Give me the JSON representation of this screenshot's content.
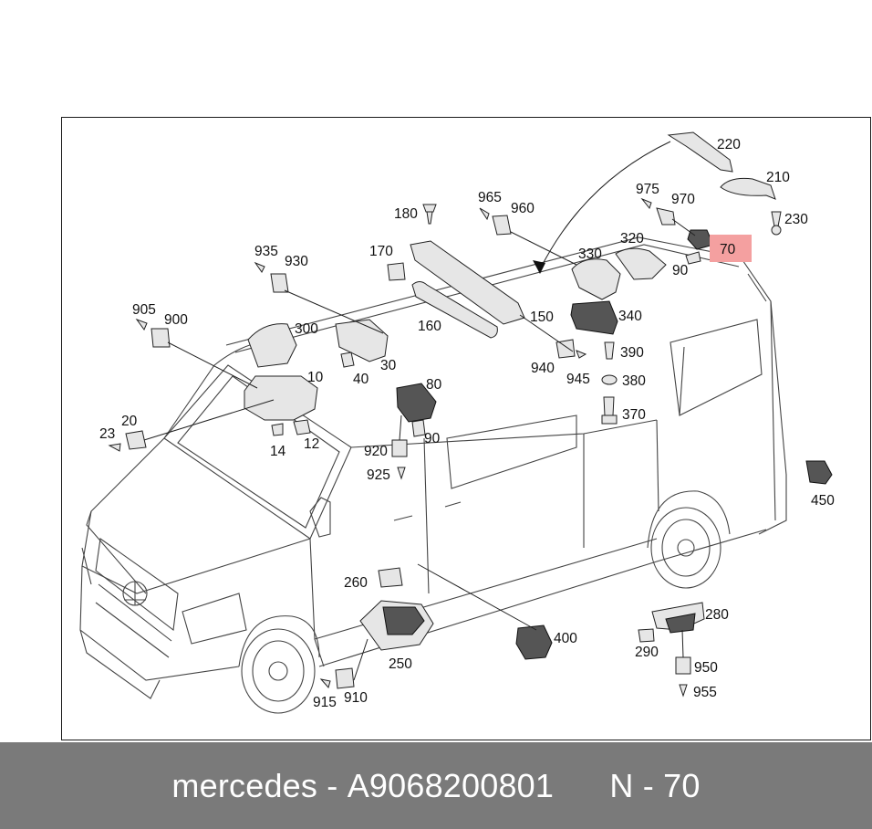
{
  "footer": {
    "brand": "mercedes",
    "separator": " - ",
    "part_number": "A9068200801",
    "position_label": "N - 70"
  },
  "highlight": {
    "label": "70",
    "color": "#f4a0a0"
  },
  "callouts": [
    {
      "id": "220",
      "text": "220"
    },
    {
      "id": "210",
      "text": "210"
    },
    {
      "id": "230",
      "text": "230"
    },
    {
      "id": "975",
      "text": "975"
    },
    {
      "id": "970",
      "text": "970"
    },
    {
      "id": "965",
      "text": "965"
    },
    {
      "id": "960",
      "text": "960"
    },
    {
      "id": "180",
      "text": "180"
    },
    {
      "id": "170",
      "text": "170"
    },
    {
      "id": "320",
      "text": "320"
    },
    {
      "id": "330",
      "text": "330"
    },
    {
      "id": "90a",
      "text": "90"
    },
    {
      "id": "935",
      "text": "935"
    },
    {
      "id": "930",
      "text": "930"
    },
    {
      "id": "160",
      "text": "160"
    },
    {
      "id": "150",
      "text": "150"
    },
    {
      "id": "340",
      "text": "340"
    },
    {
      "id": "905",
      "text": "905"
    },
    {
      "id": "900",
      "text": "900"
    },
    {
      "id": "300",
      "text": "300"
    },
    {
      "id": "390",
      "text": "390"
    },
    {
      "id": "40",
      "text": "40"
    },
    {
      "id": "30",
      "text": "30"
    },
    {
      "id": "940",
      "text": "940"
    },
    {
      "id": "945",
      "text": "945"
    },
    {
      "id": "380",
      "text": "380"
    },
    {
      "id": "10",
      "text": "10"
    },
    {
      "id": "80",
      "text": "80"
    },
    {
      "id": "370",
      "text": "370"
    },
    {
      "id": "20",
      "text": "20"
    },
    {
      "id": "23",
      "text": "23"
    },
    {
      "id": "12",
      "text": "12"
    },
    {
      "id": "90b",
      "text": "90"
    },
    {
      "id": "14",
      "text": "14"
    },
    {
      "id": "920",
      "text": "920"
    },
    {
      "id": "925",
      "text": "925"
    },
    {
      "id": "450",
      "text": "450"
    },
    {
      "id": "260",
      "text": "260"
    },
    {
      "id": "280",
      "text": "280"
    },
    {
      "id": "400",
      "text": "400"
    },
    {
      "id": "250",
      "text": "250"
    },
    {
      "id": "290",
      "text": "290"
    },
    {
      "id": "950",
      "text": "950"
    },
    {
      "id": "910",
      "text": "910"
    },
    {
      "id": "915",
      "text": "915"
    },
    {
      "id": "955",
      "text": "955"
    }
  ]
}
